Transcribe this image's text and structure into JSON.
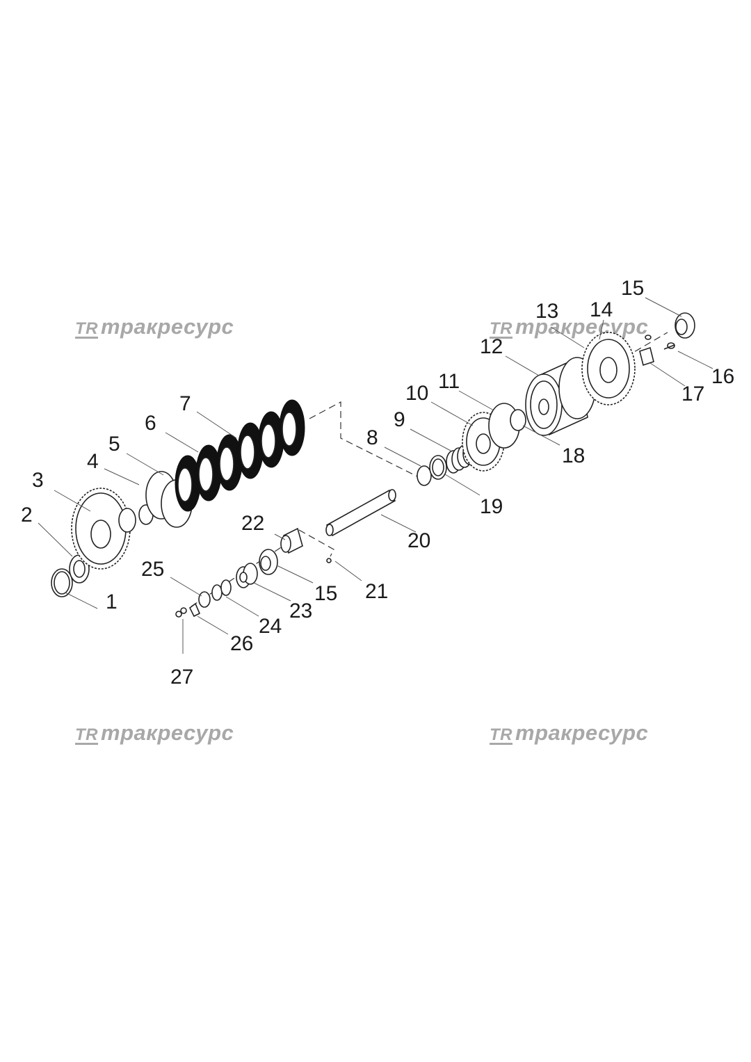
{
  "watermark": {
    "logo_text": "TR",
    "brand": "тракресурс"
  },
  "callouts": [
    "1",
    "2",
    "3",
    "4",
    "5",
    "6",
    "7",
    "8",
    "9",
    "10",
    "11",
    "12",
    "13",
    "14",
    "15",
    "16",
    "17",
    "18",
    "19",
    "20",
    "21",
    "22",
    "15",
    "23",
    "24",
    "25",
    "26",
    "27"
  ]
}
